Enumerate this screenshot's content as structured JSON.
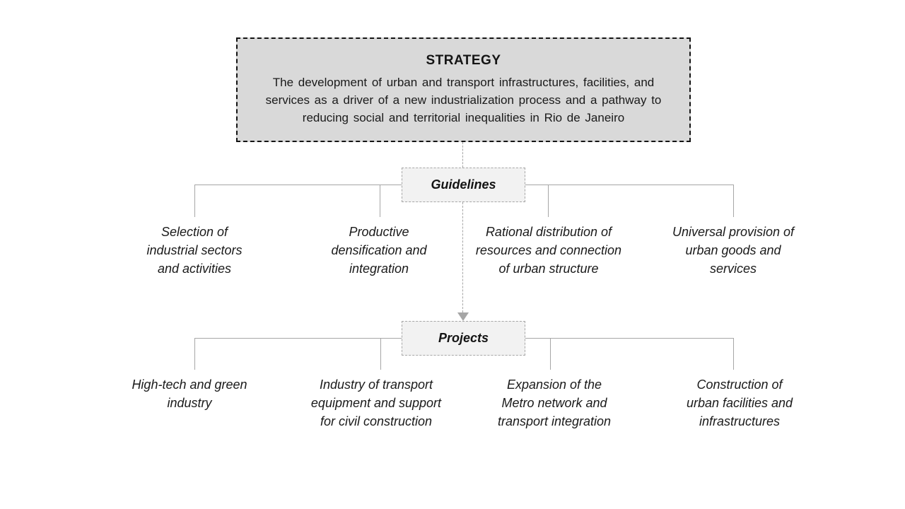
{
  "diagram": {
    "strategy": {
      "title": "STRATEGY",
      "description": "The development of urban and transport infrastructures, facilities, and\nservices as a driver of a new industrialization process and a pathway to\nreducing social and territorial inequalities in Rio de Janeiro"
    },
    "guidelines": {
      "label": "Guidelines",
      "items": [
        {
          "label": "Selection of\nindustrial sectors\nand activities"
        },
        {
          "label": "Productive\ndensification and\nintegration"
        },
        {
          "label": "Rational distribution of\nresources and connection\nof urban structure"
        },
        {
          "label": "Universal provision of\nurban goods and\nservices"
        }
      ]
    },
    "projects": {
      "label": "Projects",
      "items": [
        {
          "label": "High-tech and green\nindustry"
        },
        {
          "label": "Industry of transport\nequipment and support\nfor civil construction"
        },
        {
          "label": "Expansion of the\nMetro network and\ntransport integration"
        },
        {
          "label": "Construction of\nurban facilities and\ninfrastructures"
        }
      ]
    },
    "colors": {
      "strategy_fill": "#d9d9d9",
      "strategy_border": "#141414",
      "node_fill": "#f2f2f2",
      "node_border": "#a6a6a6",
      "connector": "#a6a6a6",
      "text": "#1a1a1a"
    }
  }
}
